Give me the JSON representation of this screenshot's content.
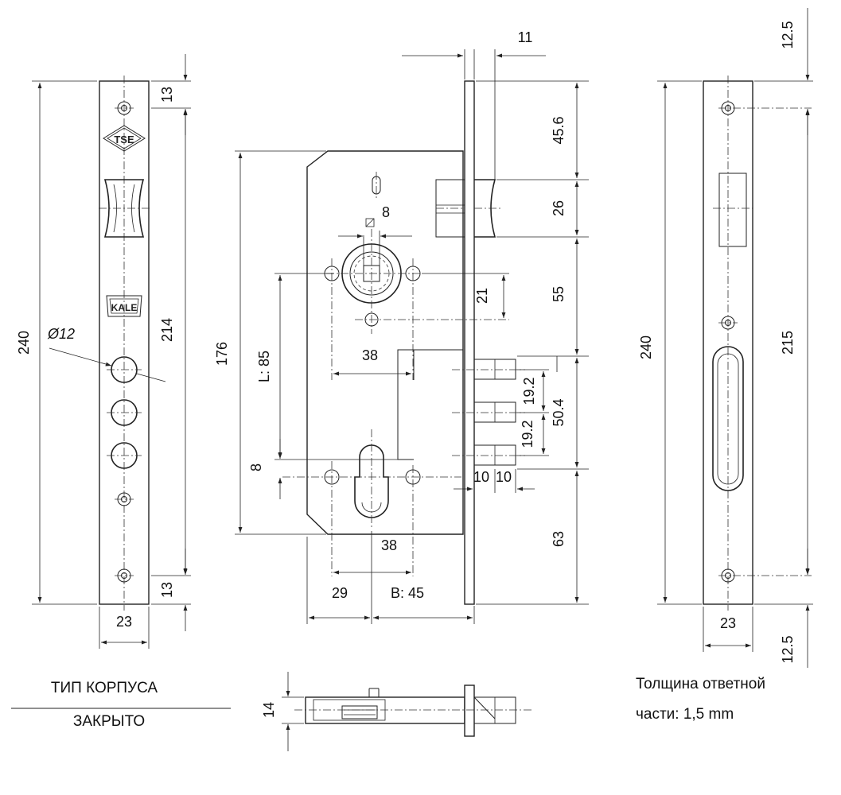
{
  "left_faceplate": {
    "height": "240",
    "top_offset": "13",
    "bottom_offset": "13",
    "hole_span": "214",
    "width": "23",
    "hole_diameter": "Ø12",
    "logo_tse": "TSE",
    "logo_kale": "KALE"
  },
  "lock_body": {
    "top_width": "11",
    "latch_offset": "45.6",
    "latch_height": "26",
    "latch_to_follower": "55",
    "spindle_square": "8",
    "body_height": "176",
    "follower_offset": "21",
    "centre_distance_label": "L: 85",
    "follower_hole_span": "38",
    "bolt_pitch_1": "19.2",
    "bolt_pitch_2": "19.2",
    "bolt_total": "50.4",
    "bolt_projection_1": "10",
    "bolt_projection_2": "10",
    "cylinder_offset": "8",
    "cylinder_hole_span": "38",
    "bottom_offset": "63",
    "backset_left": "29",
    "backset_label": "B: 45"
  },
  "strike_plate": {
    "height": "240",
    "top_offset": "12.5",
    "bottom_offset": "12.5",
    "hole_span": "215",
    "width": "23"
  },
  "side_view": {
    "thickness": "14"
  },
  "captions": {
    "body_type_line1": "ТИП КОРПУСА",
    "body_type_line2": "ЗАКРЫТО",
    "strike_thickness_line1": "Толщина ответной",
    "strike_thickness_line2": "части: 1,5 mm"
  }
}
